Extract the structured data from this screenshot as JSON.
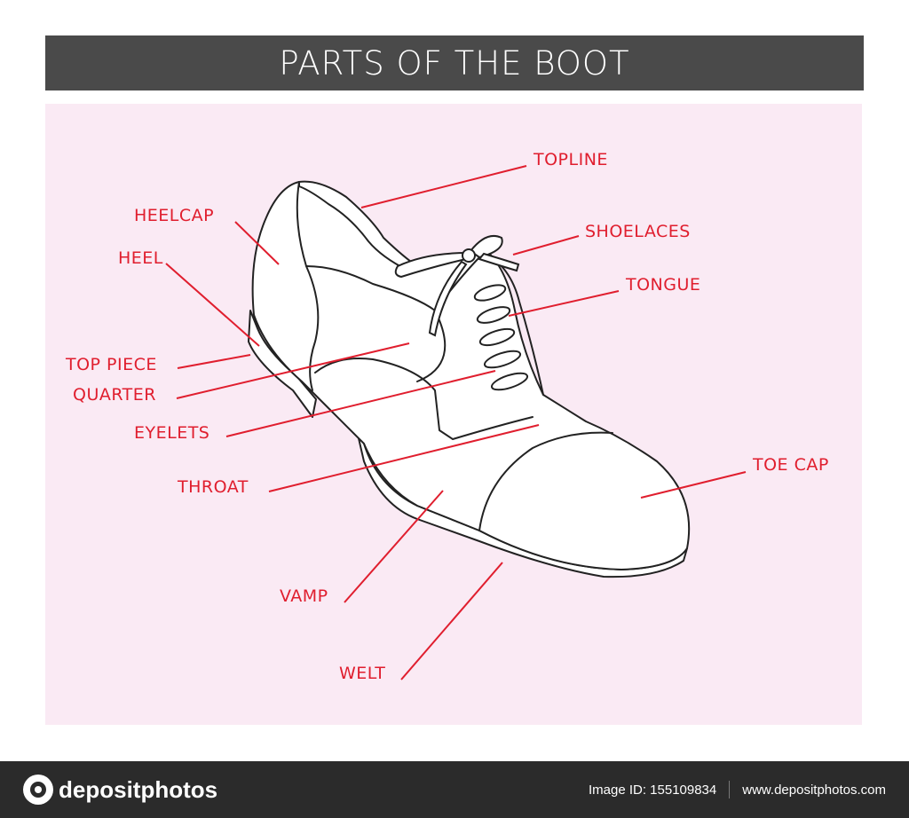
{
  "title": "PARTS OF THE BOOT",
  "colors": {
    "title_bar": "#4a4a4a",
    "panel": "#faeaf4",
    "label": "#e01e2e",
    "outline": "#222222",
    "footer": "#2b2b2b"
  },
  "labels": {
    "topline": "TOPLINE",
    "heelcap": "HEELCAP",
    "shoelaces": "SHOELACES",
    "heel": "HEEL",
    "tongue": "TONGUE",
    "top_piece": "TOP PIECE",
    "quarter": "QUARTER",
    "eyelets": "EYELETS",
    "throat": "THROAT",
    "toe_cap": "TOE CAP",
    "vamp": "VAMP",
    "welt": "WELT"
  },
  "footer": {
    "brand": "depositphotos",
    "image_id": "Image ID: 155109834",
    "url": "www.depositphotos.com"
  }
}
